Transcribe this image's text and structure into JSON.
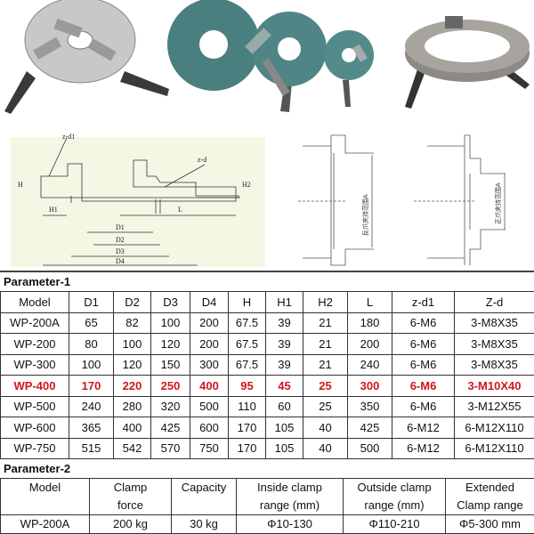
{
  "photos": {
    "description_icons": [
      "chuck-3-jaw-icon",
      "chuck-set-icon",
      "ring-chuck-icon"
    ]
  },
  "diagram": {
    "labels": [
      "z-d1",
      "z-d",
      "H",
      "H1",
      "H2",
      "L",
      "D1",
      "D2",
      "D3",
      "D4"
    ],
    "vertical_label_1": "反爪夹持范围A",
    "vertical_label_2": "正爪夹持范围A"
  },
  "param1": {
    "title": "Parameter-1",
    "headers": [
      "Model",
      "D1",
      "D2",
      "D3",
      "D4",
      "H",
      "H1",
      "H2",
      "L",
      "z-d1",
      "Z-d"
    ],
    "rows": [
      [
        "WP-200A",
        "65",
        "82",
        "100",
        "200",
        "67.5",
        "39",
        "21",
        "180",
        "6-M6",
        "3-M8X35"
      ],
      [
        "WP-200",
        "80",
        "100",
        "120",
        "200",
        "67.5",
        "39",
        "21",
        "200",
        "6-M6",
        "3-M8X35"
      ],
      [
        "WP-300",
        "100",
        "120",
        "150",
        "300",
        "67.5",
        "39",
        "21",
        "240",
        "6-M6",
        "3-M8X35"
      ],
      [
        "WP-400",
        "170",
        "220",
        "250",
        "400",
        "95",
        "45",
        "25",
        "300",
        "6-M6",
        "3-M10X40"
      ],
      [
        "WP-500",
        "240",
        "280",
        "320",
        "500",
        "110",
        "60",
        "25",
        "350",
        "6-M6",
        "3-M12X55"
      ],
      [
        "WP-600",
        "365",
        "400",
        "425",
        "600",
        "170",
        "105",
        "40",
        "425",
        "6-M12",
        "6-M12X110"
      ],
      [
        "WP-750",
        "515",
        "542",
        "570",
        "750",
        "170",
        "105",
        "40",
        "500",
        "6-M12",
        "6-M12X110"
      ]
    ],
    "highlight_color": "#d0161c"
  },
  "param2": {
    "title": "Parameter-2",
    "headers": [
      [
        "Model",
        ""
      ],
      [
        "Clamp",
        "force"
      ],
      [
        "Capacity",
        ""
      ],
      [
        "Inside clamp",
        "range (mm)"
      ],
      [
        "Outside clamp",
        "range (mm)"
      ],
      [
        "Extended",
        "Clamp range"
      ]
    ],
    "rows": [
      [
        "WP-200A",
        "200 kg",
        "30 kg",
        "Φ10-130",
        "Φ110-210",
        "Φ5-300 mm"
      ]
    ]
  }
}
